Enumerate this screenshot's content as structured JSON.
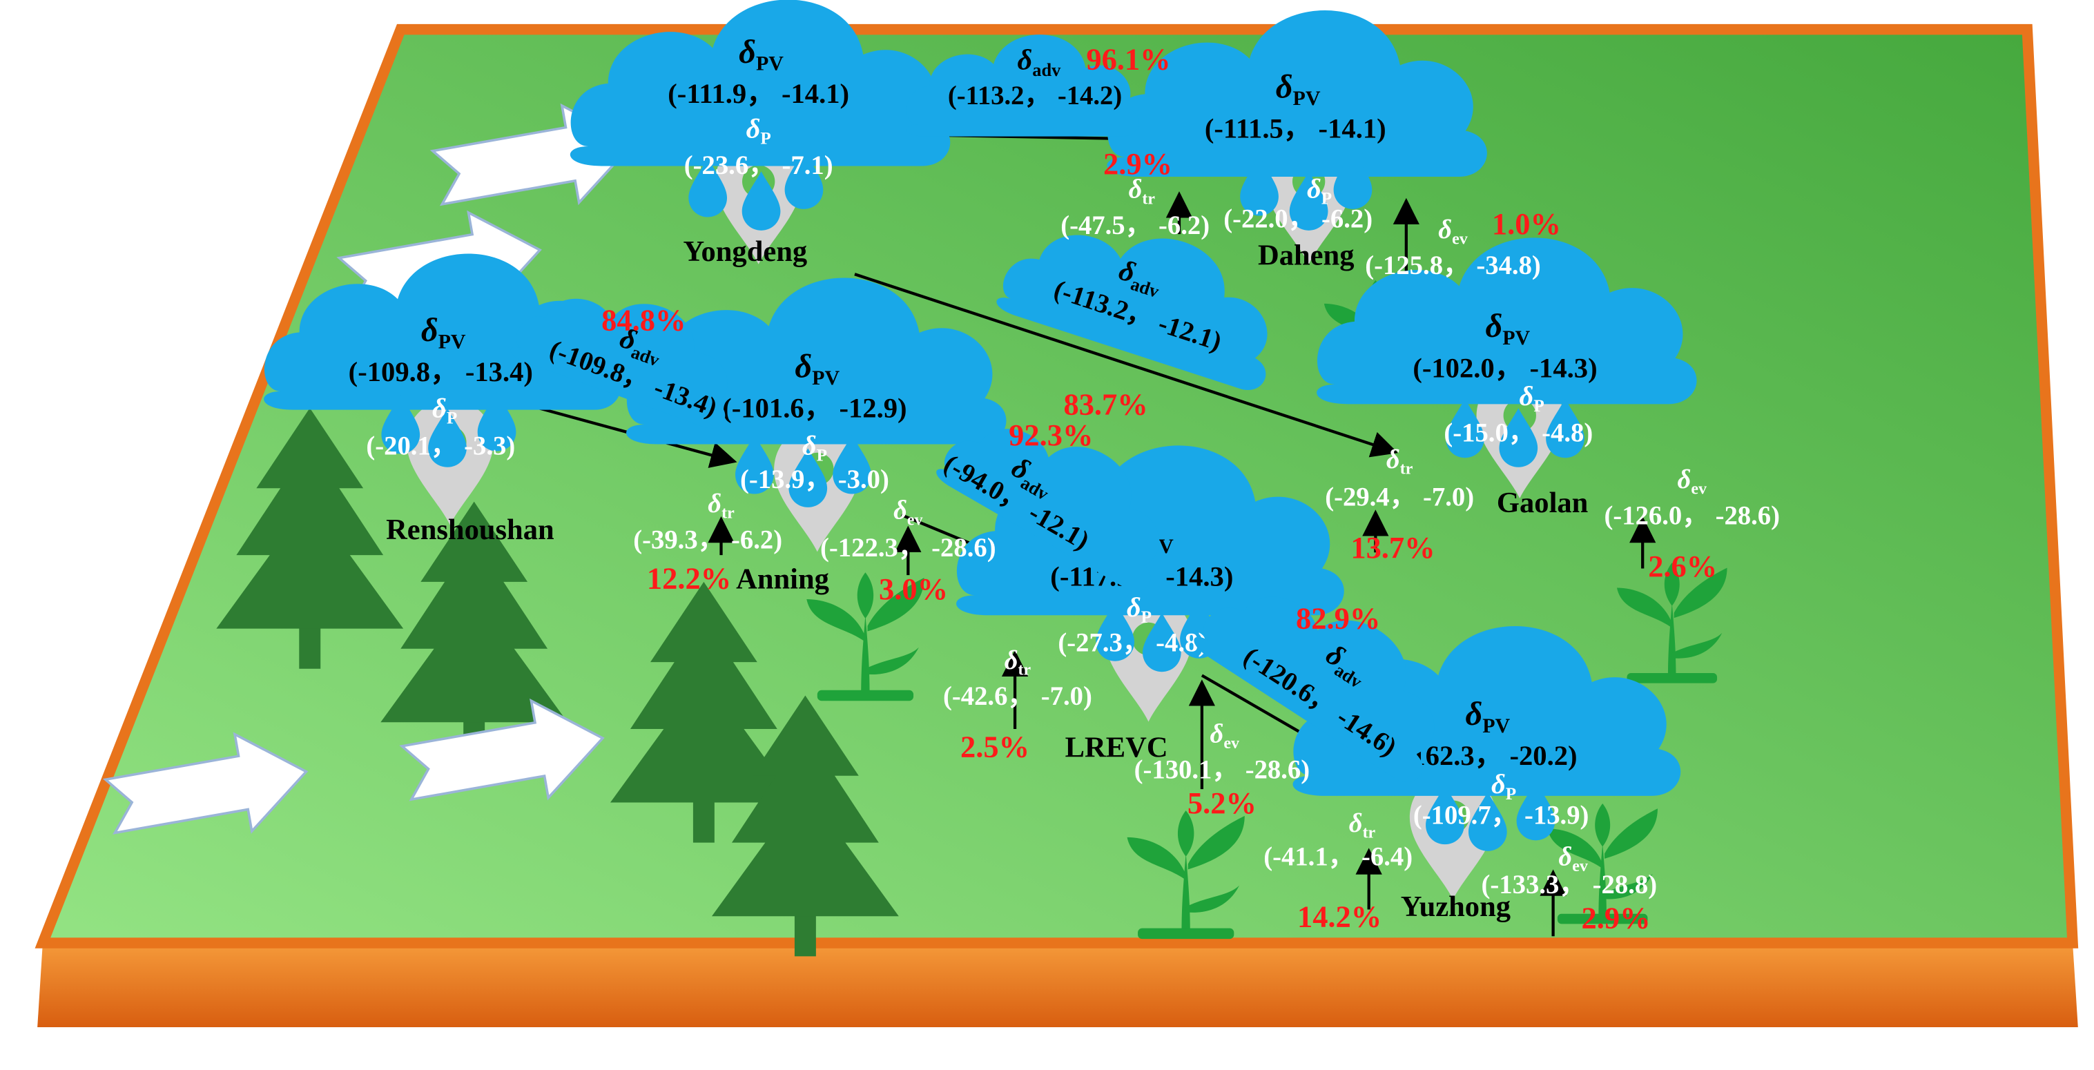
{
  "colors": {
    "platform_green_light": "#8fe07f",
    "platform_green_dark": "#4fae45",
    "platform_edge_orange": "#e8741c",
    "cloud": "#19a8e8",
    "cloud_text": "#000000",
    "white_text": "#ffffff",
    "percent_text": "#ff1a1a",
    "tree": "#2e7d32",
    "plant": "#1fa33a",
    "pin": "#cfcfcf"
  },
  "icons": [
    "cloud-icon",
    "raindrop-icon",
    "map-pin-icon",
    "tree-icon",
    "plant-icon",
    "wind-arrow-icon"
  ],
  "stations": [
    {
      "name": "Yongdeng",
      "pv": {
        "sym": "δ",
        "sub": "PV",
        "val": "(-111.9， -14.1)"
      },
      "p": {
        "sym": "δ",
        "sub": "P",
        "val": "(-23.6， -7.1)"
      }
    },
    {
      "name": "Daheng",
      "pv": {
        "sym": "δ",
        "sub": "PV",
        "val": "(-111.5， -14.1)"
      },
      "p": {
        "sym": "δ",
        "sub": "P",
        "val": "(-22.0， -6.2)"
      }
    },
    {
      "name": "Renshoushan",
      "pv": {
        "sym": "δ",
        "sub": "PV",
        "val": "(-109.8， -13.4)"
      },
      "p": {
        "sym": "δ",
        "sub": "P",
        "val": "(-20.1， -3.3)"
      }
    },
    {
      "name": "Anning",
      "pv": {
        "sym": "δ",
        "sub": "PV",
        "val": "(-101.6， -12.9)"
      },
      "p": {
        "sym": "δ",
        "sub": "P",
        "val": "(-13.9， -3.0)"
      }
    },
    {
      "name": "Gaolan",
      "pv": {
        "sym": "δ",
        "sub": "PV",
        "val": "(-102.0， -14.3)"
      },
      "p": {
        "sym": "δ",
        "sub": "P",
        "val": "(-15.0， -4.8)"
      }
    },
    {
      "name": "LREVC",
      "pv": {
        "sym": "δ",
        "sub": "PV",
        "val": "(-117.5， -14.3)"
      },
      "p": {
        "sym": "δ",
        "sub": "P",
        "val": "(-27.3， -4.8)"
      }
    },
    {
      "name": "Yuzhong",
      "pv": {
        "sym": "δ",
        "sub": "PV",
        "val": "(-162.3， -20.2)"
      },
      "p": {
        "sym": "δ",
        "sub": "P",
        "val": "(-109.7， -13.9)"
      }
    }
  ],
  "advections": [
    {
      "sym": "δ",
      "sub": "adv",
      "val": "(-113.2， -14.2)",
      "pct": "96.1%"
    },
    {
      "sym": "δ",
      "sub": "adv",
      "val": "(-113.2， -12.1)",
      "pct": "83.7%"
    },
    {
      "sym": "δ",
      "sub": "adv",
      "val": "(-109.8， -13.4)",
      "pct": "84.8%"
    },
    {
      "sym": "δ",
      "sub": "adv",
      "val": "(-94.0， -12.1)",
      "pct": "92.3%"
    },
    {
      "sym": "δ",
      "sub": "adv",
      "val": "(-120.6， -14.6)",
      "pct": "82.9%"
    }
  ],
  "fluxes": [
    {
      "sym": "δ",
      "sub": "tr",
      "val": "(-47.5， -6.2)",
      "pct": "2.9%"
    },
    {
      "sym": "δ",
      "sub": "ev",
      "val": "(-125.8， -34.8)",
      "pct": "1.0%"
    },
    {
      "sym": "δ",
      "sub": "tr",
      "val": "(-39.3， -6.2)",
      "pct": "12.2%"
    },
    {
      "sym": "δ",
      "sub": "ev",
      "val": "(-122.3， -28.6)",
      "pct": "3.0%"
    },
    {
      "sym": "δ",
      "sub": "tr",
      "val": "(-29.4， -7.0)",
      "pct": "13.7%"
    },
    {
      "sym": "δ",
      "sub": "ev",
      "val": "(-126.0， -28.6)",
      "pct": "2.6%"
    },
    {
      "sym": "δ",
      "sub": "tr",
      "val": "(-42.6， -7.0)",
      "pct": "2.5%"
    },
    {
      "sym": "δ",
      "sub": "ev",
      "val": "(-130.1， -28.6)",
      "pct": "5.2%"
    },
    {
      "sym": "δ",
      "sub": "tr",
      "val": "(-41.1， -6.4)",
      "pct": "14.2%"
    },
    {
      "sym": "δ",
      "sub": "ev",
      "val": "(-133.3， -28.8)",
      "pct": "2.9%"
    }
  ]
}
